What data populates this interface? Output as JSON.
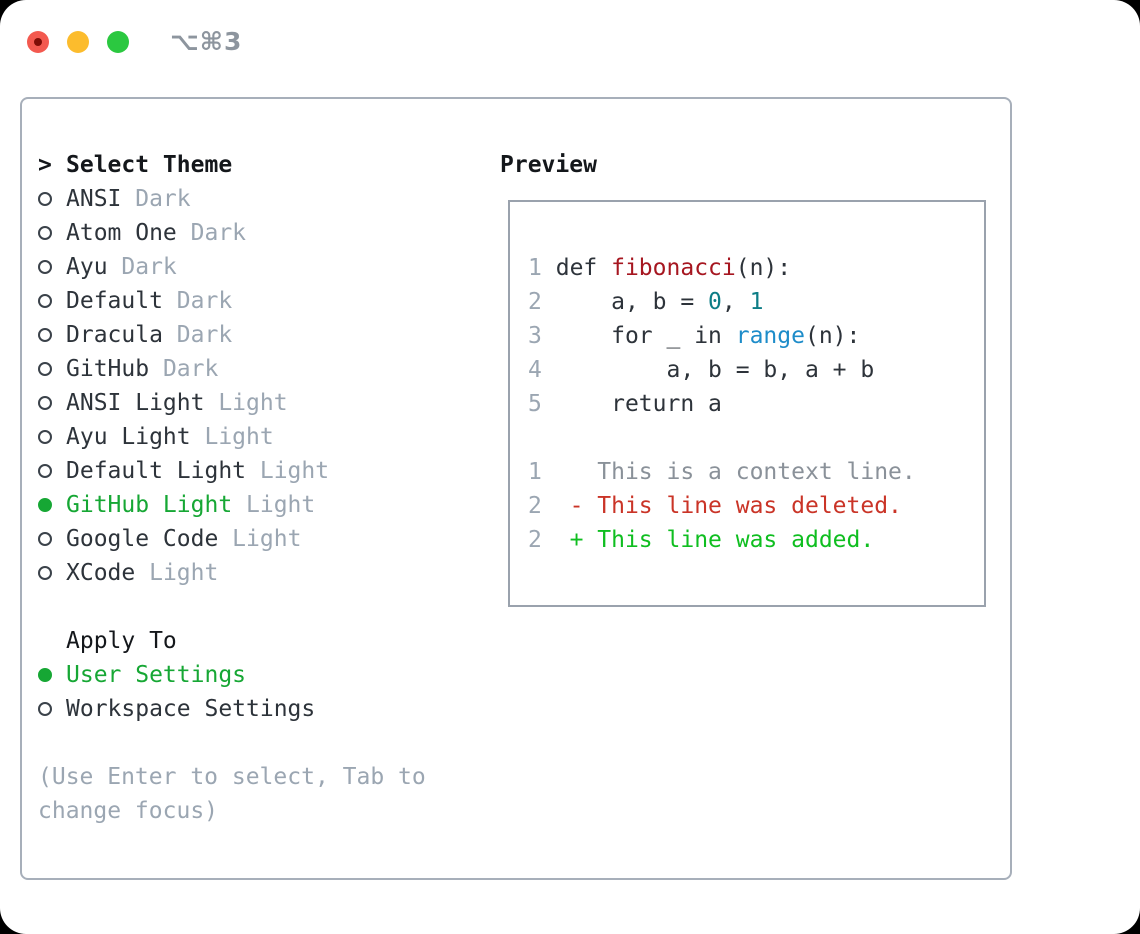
{
  "window": {
    "shortcut": "⌥⌘3"
  },
  "theme_panel": {
    "title_prefix": ">",
    "title": "Select Theme",
    "themes": [
      {
        "name": "ANSI",
        "variant": "Dark",
        "selected": false
      },
      {
        "name": "Atom One",
        "variant": "Dark",
        "selected": false
      },
      {
        "name": "Ayu",
        "variant": "Dark",
        "selected": false
      },
      {
        "name": "Default",
        "variant": "Dark",
        "selected": false
      },
      {
        "name": "Dracula",
        "variant": "Dark",
        "selected": false
      },
      {
        "name": "GitHub",
        "variant": "Dark",
        "selected": false
      },
      {
        "name": "ANSI Light",
        "variant": "Light",
        "selected": false
      },
      {
        "name": "Ayu Light",
        "variant": "Light",
        "selected": false
      },
      {
        "name": "Default Light",
        "variant": "Light",
        "selected": false
      },
      {
        "name": "GitHub Light",
        "variant": "Light",
        "selected": true
      },
      {
        "name": "Google Code",
        "variant": "Light",
        "selected": false
      },
      {
        "name": "XCode",
        "variant": "Light",
        "selected": false
      }
    ],
    "apply_to": {
      "title": "Apply To",
      "options": [
        {
          "label": "User Settings",
          "selected": true
        },
        {
          "label": "Workspace Settings",
          "selected": false
        }
      ]
    },
    "hint_line1": "(Use Enter to select, Tab to",
    "hint_line2": "change focus)"
  },
  "preview": {
    "title": "Preview",
    "lines": [
      {
        "no": "1",
        "tokens": [
          {
            "t": "def ",
            "c": "d"
          },
          {
            "t": "fibonacci",
            "c": "fn"
          },
          {
            "t": "(n):",
            "c": "d"
          }
        ]
      },
      {
        "no": "2",
        "tokens": [
          {
            "t": "    a, b = ",
            "c": "d"
          },
          {
            "t": "0",
            "c": "num"
          },
          {
            "t": ", ",
            "c": "d"
          },
          {
            "t": "1",
            "c": "num"
          }
        ]
      },
      {
        "no": "3",
        "tokens": [
          {
            "t": "    for _ in ",
            "c": "d"
          },
          {
            "t": "range",
            "c": "bi"
          },
          {
            "t": "(n):",
            "c": "d"
          }
        ]
      },
      {
        "no": "4",
        "tokens": [
          {
            "t": "        a, b = b, a + b",
            "c": "d"
          }
        ]
      },
      {
        "no": "5",
        "tokens": [
          {
            "t": "    return a",
            "c": "d"
          }
        ]
      },
      {
        "no": "",
        "tokens": []
      },
      {
        "no": "1",
        "tokens": [
          {
            "t": "   This is a context line.",
            "c": "ctx"
          }
        ]
      },
      {
        "no": "2",
        "tokens": [
          {
            "t": " - This line was deleted.",
            "c": "del"
          }
        ]
      },
      {
        "no": "2",
        "tokens": [
          {
            "t": " + This line was added.",
            "c": "add"
          }
        ]
      }
    ]
  },
  "colors": {
    "accent_green": "#16a734",
    "muted_gray": "#9ba6b2",
    "text_dark": "#2d333a",
    "heading_black": "#14171b",
    "border_main": "#a7afba",
    "border_preview": "#9aa2ad",
    "line_number": "#9ba6b2",
    "code_default": "#2d333a",
    "code_function_red": "#a61620",
    "code_number_teal": "#0d7d86",
    "code_builtin_blue": "#1d8cc9",
    "diff_context_gray": "#8a9199",
    "diff_deleted_red": "#ca3427",
    "diff_added_green": "#0fbe20",
    "radio_outline": "#3b424a",
    "traffic_red": "#f3594f",
    "traffic_red_dot": "#7f0d06",
    "traffic_yellow": "#fcbc2d",
    "traffic_green": "#2bc840",
    "shortcut_gray": "#8d959e"
  }
}
